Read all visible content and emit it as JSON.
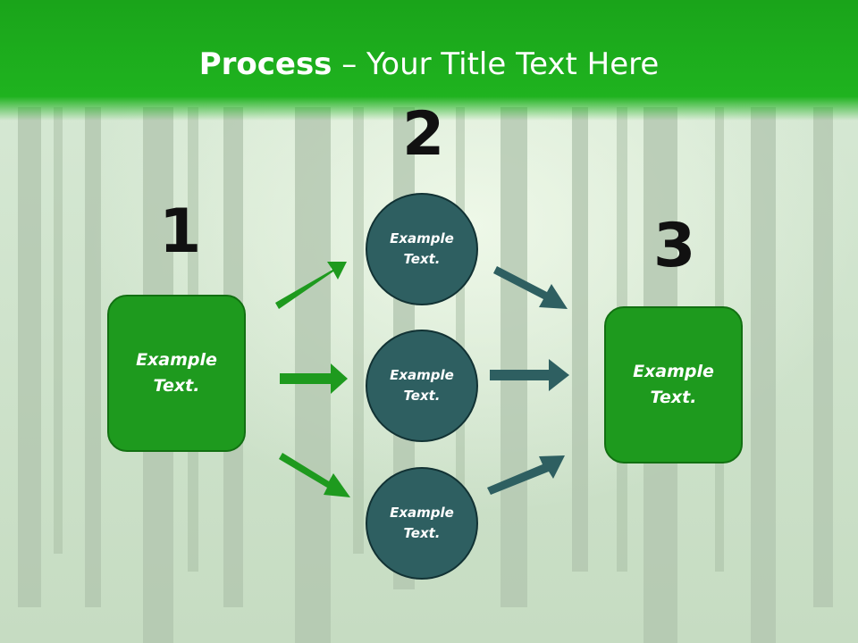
{
  "title": {
    "bold": "Process",
    "rest": " – Your Title Text Here"
  },
  "numbers": [
    "1",
    "2",
    "3"
  ],
  "left_box": {
    "text_line1": "Example",
    "text_line2": "Text."
  },
  "circles": [
    {
      "text_line1": "Example",
      "text_line2": "Text."
    },
    {
      "text_line1": "Example",
      "text_line2": "Text."
    },
    {
      "text_line1": "Example",
      "text_line2": "Text."
    }
  ],
  "right_box": {
    "text_line1": "Example",
    "text_line2": "Text."
  },
  "colors": {
    "title_band": "#1fb31f",
    "box": "#1e9a1e",
    "circle": "#2e5f61",
    "green_arrow": "#1e9a1e",
    "teal_arrow": "#2e5f61"
  }
}
